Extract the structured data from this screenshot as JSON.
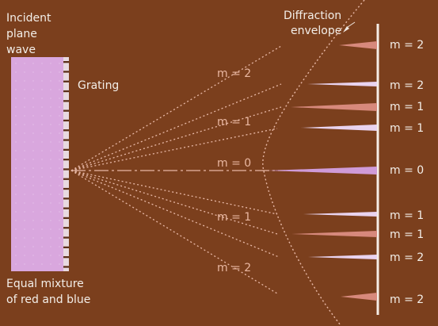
{
  "colors": {
    "background": "#7b3f1d",
    "wave": "#d9a7de",
    "grating": "#e8d9e0",
    "ray": "#e8b8a6",
    "blue_peak": "#e9d3ef",
    "red_peak": "#d7897c",
    "central_peak": "#cf9bd8",
    "label_white": "#f3eee8",
    "label_peach": "#e9b7a1"
  },
  "labels": {
    "incident_1": "Incident",
    "incident_2": "plane",
    "incident_3": "wave",
    "grating": "Grating",
    "mixture_1": "Equal mixture",
    "mixture_2": "of red and blue",
    "envelope_1": "Diffraction",
    "envelope_2": "envelope"
  },
  "ray_orders": [
    "m = 2",
    "m = 1",
    "m = 0",
    "m = 1",
    "m = 2"
  ],
  "screen_orders": [
    "m = 2",
    "m = 2",
    "m = 1",
    "m = 1",
    "m = 0",
    "m = 1",
    "m = 1",
    "m = 2",
    "m = 2"
  ]
}
